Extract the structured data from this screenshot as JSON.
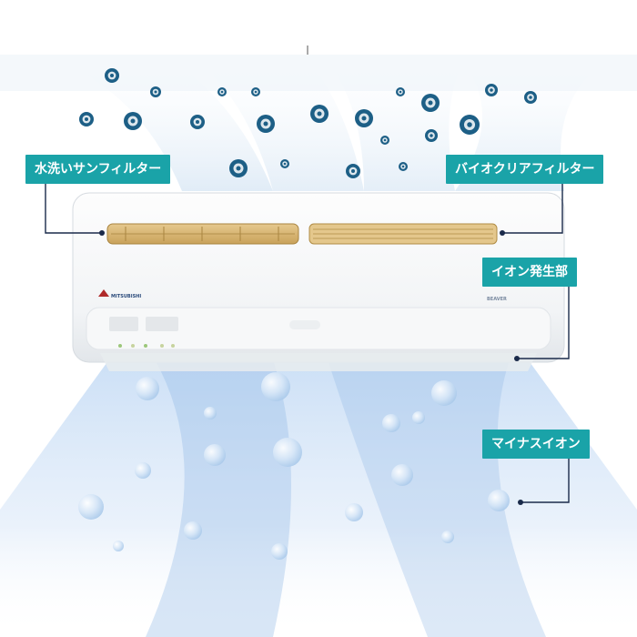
{
  "labels": {
    "water_wash_filter": "水洗いサンフィルター",
    "bio_clear_filter": "バイオクリアフィルター",
    "ion_generator": "イオン発生部",
    "minus_ion": "マイナスイオン"
  },
  "unit": {
    "brand": "MITSUBISHI",
    "model_mark": "BEAVER"
  },
  "colors": {
    "label_bg": "#1aa3a8",
    "label_text": "#ffffff",
    "leader_line": "#1a2a4a",
    "particle_dark": "#1d5f86",
    "bubble": "#cfe3f6"
  }
}
